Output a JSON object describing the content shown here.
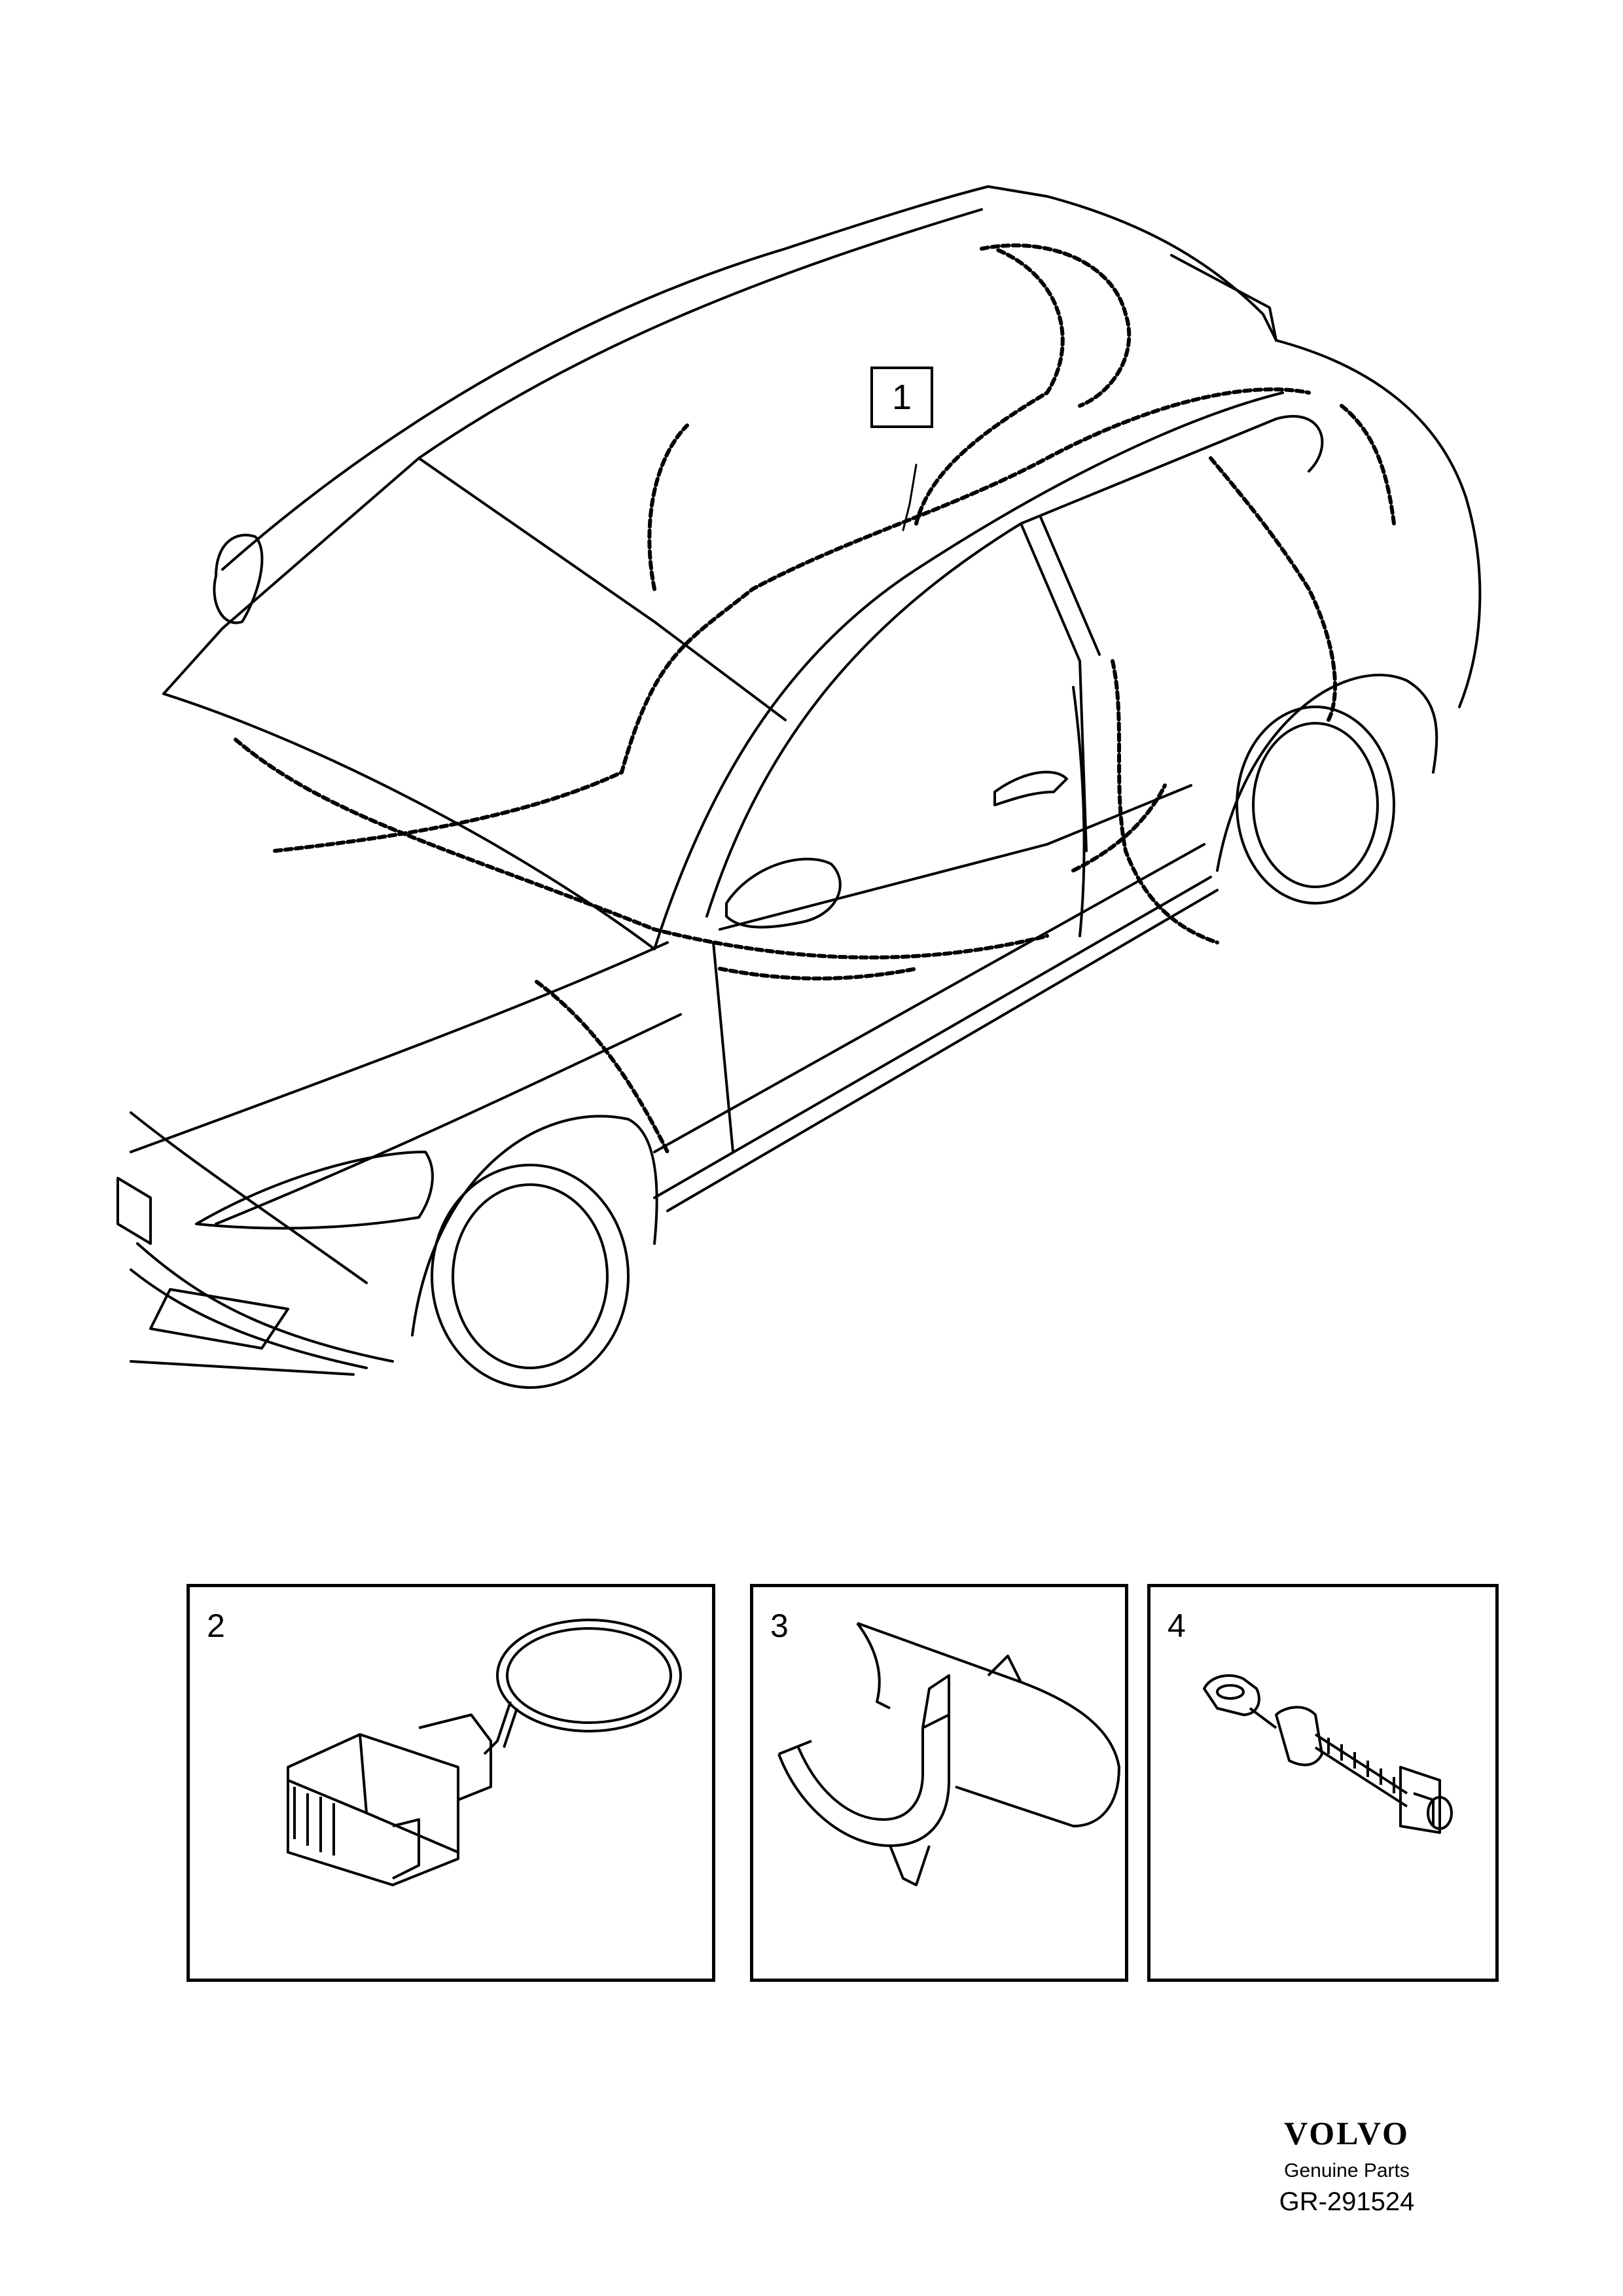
{
  "callouts": {
    "main_harness": "1"
  },
  "panels": [
    {
      "number": "2",
      "part": "connector-with-loop-icon"
    },
    {
      "number": "3",
      "part": "cable-clip-icon"
    },
    {
      "number": "4",
      "part": "push-fastener-icon"
    }
  ],
  "brand": {
    "logo": "VOLVO",
    "subtitle": "Genuine Parts",
    "reference": "GR-291524"
  },
  "colors": {
    "line": "#000000",
    "background": "#ffffff"
  }
}
